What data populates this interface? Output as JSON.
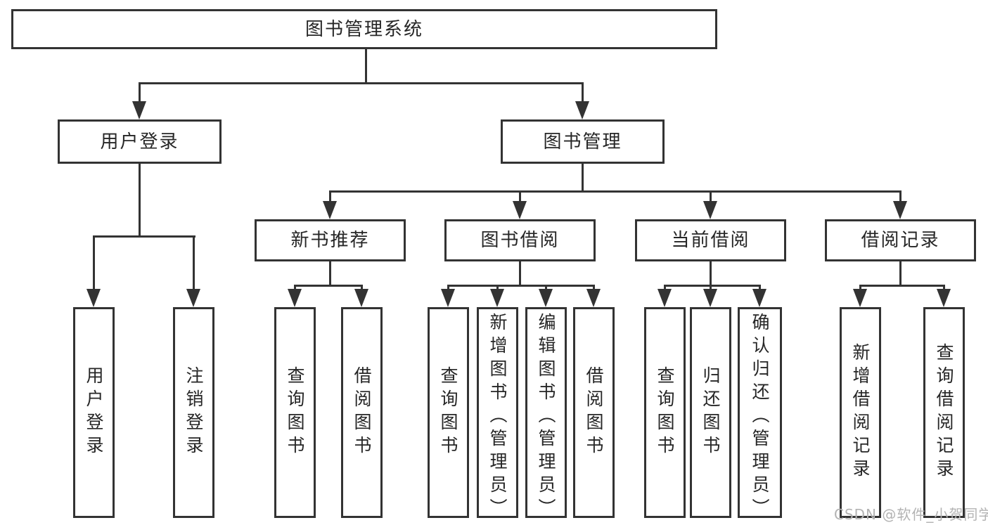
{
  "colors": {
    "line": "#333333",
    "text": "#262626",
    "box_background": "#ffffff",
    "page_background": "#ffffff",
    "watermark": "#b3b3b3"
  },
  "watermark": {
    "text": "CSDN @软件_小贺同学"
  },
  "tree": {
    "label": "图书管理系统",
    "children": [
      {
        "label": "用户登录",
        "children": [
          {
            "label": "用户登录"
          },
          {
            "label": "注销登录"
          }
        ]
      },
      {
        "label": "图书管理",
        "children": [
          {
            "label": "新书推荐",
            "children": [
              {
                "label": "查询图书"
              },
              {
                "label": "借阅图书"
              }
            ]
          },
          {
            "label": "图书借阅",
            "children": [
              {
                "label": "查询图书"
              },
              {
                "label": "新增图书（管理员）"
              },
              {
                "label": "编辑图书（管理员）"
              },
              {
                "label": "借阅图书"
              }
            ]
          },
          {
            "label": "当前借阅",
            "children": [
              {
                "label": "查询图书"
              },
              {
                "label": "归还图书"
              },
              {
                "label": "确认归还（管理员）"
              }
            ]
          },
          {
            "label": "借阅记录",
            "children": [
              {
                "label": "新增借阅记录"
              },
              {
                "label": "查询借阅记录"
              }
            ]
          }
        ]
      }
    ]
  }
}
